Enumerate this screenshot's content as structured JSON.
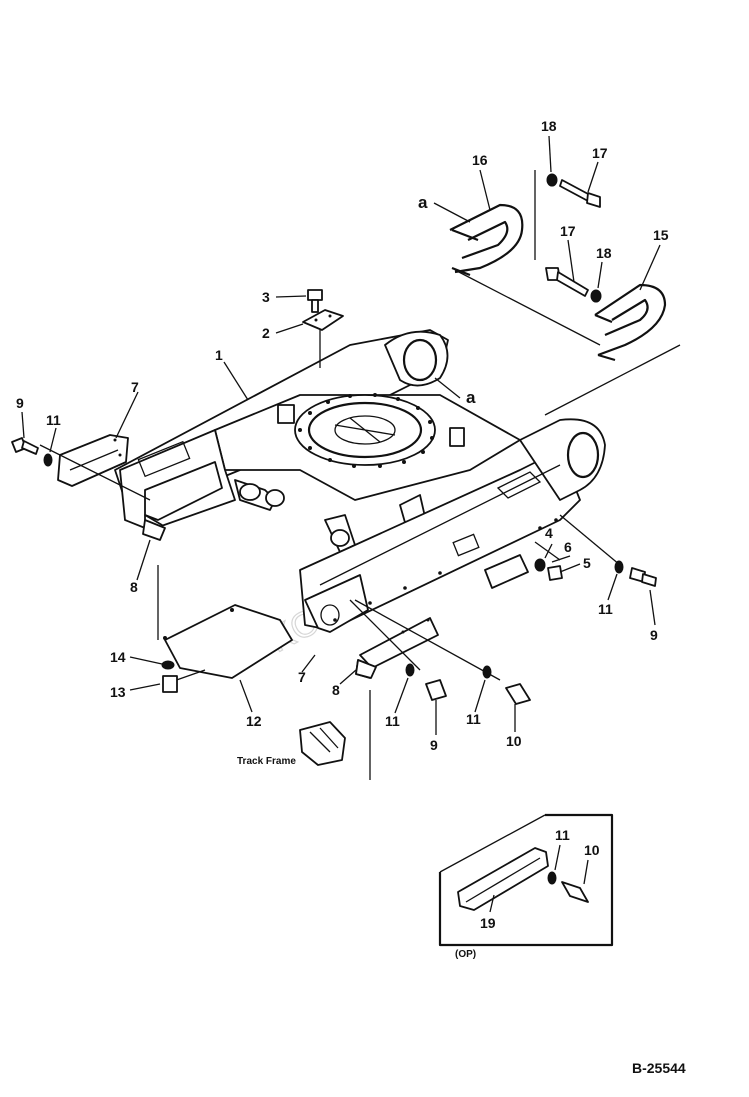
{
  "callouts": [
    "1",
    "2",
    "3",
    "4",
    "5",
    "6",
    "7",
    "7",
    "8",
    "8",
    "9",
    "9",
    "9",
    "10",
    "10",
    "11",
    "11",
    "11",
    "11",
    "11",
    "12",
    "13",
    "14",
    "15",
    "16",
    "17",
    "17",
    "18",
    "18",
    "19",
    "a",
    "a"
  ],
  "labels": {
    "track_frame": "Track Frame",
    "option": "(OP)",
    "drawing_number": "B-25544"
  }
}
